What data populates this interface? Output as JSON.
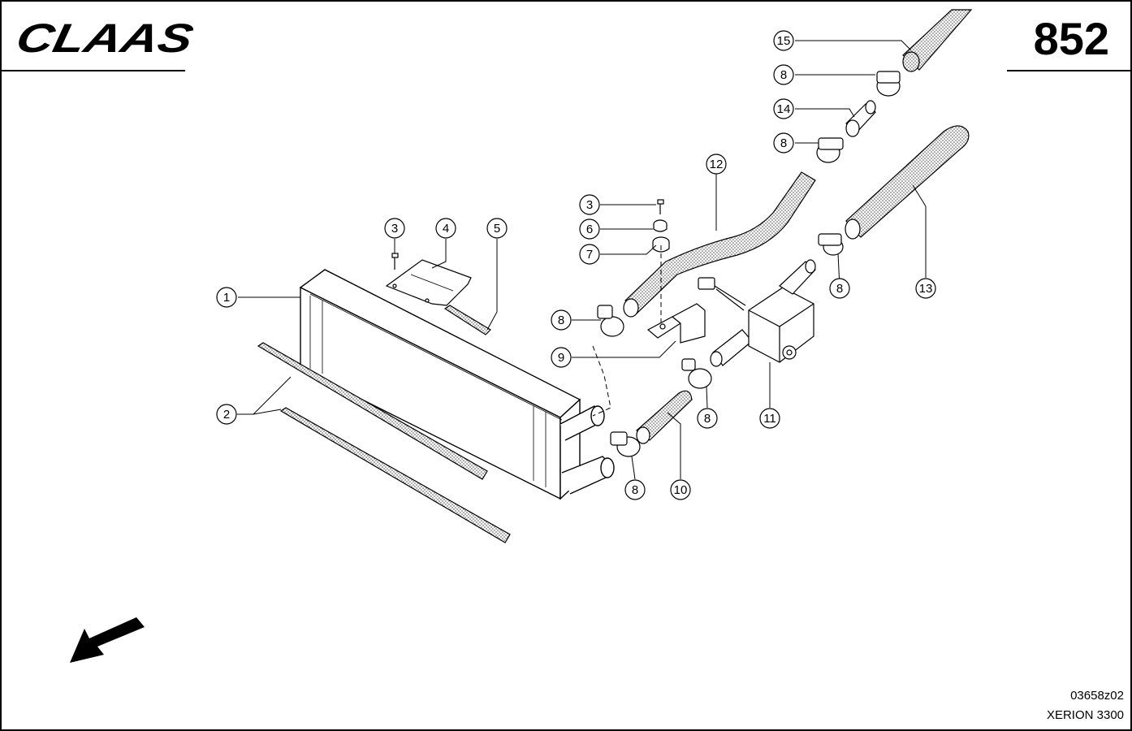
{
  "header": {
    "brand": "CLAAS",
    "page_number": "852"
  },
  "footer": {
    "drawing_code": "03658z02",
    "model": "XERION 3300"
  },
  "callouts": [
    {
      "id": "c15",
      "label": "15"
    },
    {
      "id": "c8a",
      "label": "8"
    },
    {
      "id": "c14",
      "label": "14"
    },
    {
      "id": "c8b",
      "label": "8"
    },
    {
      "id": "c12",
      "label": "12"
    },
    {
      "id": "c3a",
      "label": "3"
    },
    {
      "id": "c6",
      "label": "6"
    },
    {
      "id": "c7",
      "label": "7"
    },
    {
      "id": "c3b",
      "label": "3"
    },
    {
      "id": "c4",
      "label": "4"
    },
    {
      "id": "c5",
      "label": "5"
    },
    {
      "id": "c1",
      "label": "1"
    },
    {
      "id": "c8c",
      "label": "8"
    },
    {
      "id": "c9",
      "label": "9"
    },
    {
      "id": "c8d",
      "label": "8"
    },
    {
      "id": "c13",
      "label": "13"
    },
    {
      "id": "c11",
      "label": "11"
    },
    {
      "id": "c2",
      "label": "2"
    },
    {
      "id": "c8e",
      "label": "8"
    },
    {
      "id": "c8f",
      "label": "8"
    },
    {
      "id": "c10",
      "label": "10"
    }
  ],
  "icons": {
    "direction_arrow": "direction-arrow-icon"
  }
}
